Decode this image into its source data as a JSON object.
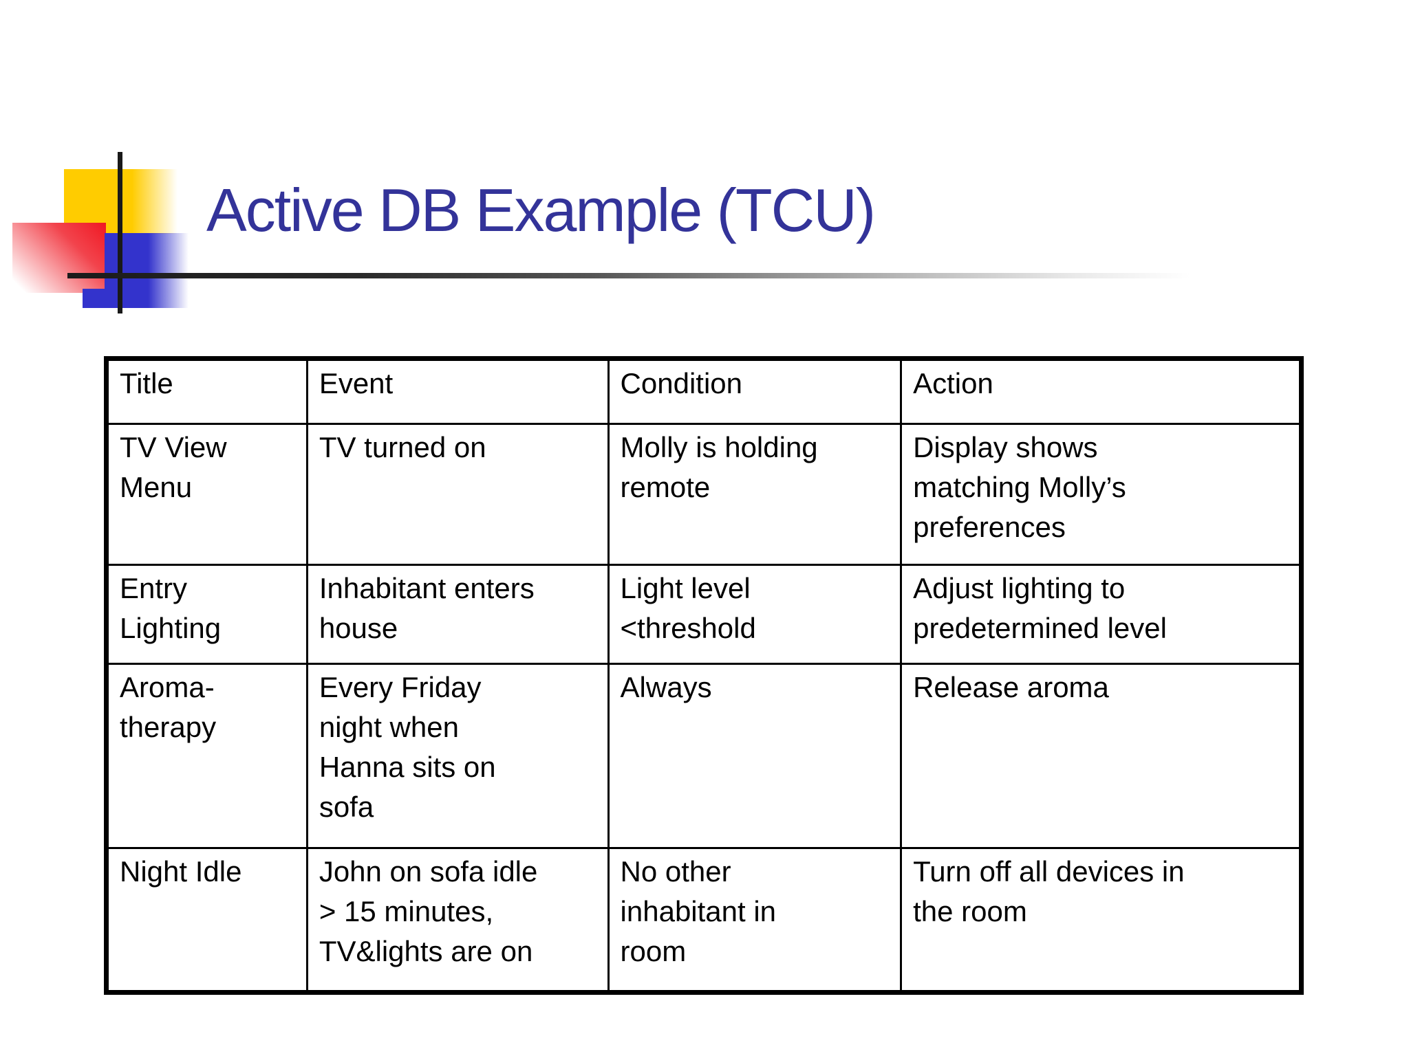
{
  "slide": {
    "title": "Active DB Example (TCU)",
    "title_color": "#333399",
    "background_color": "#ffffff"
  },
  "decoration": {
    "yellow_square_color": "#FFCC00",
    "red_square_color": "#F01823",
    "blue_square_color": "#3333CC",
    "line_color": "#191919"
  },
  "table": {
    "headers": [
      "Title",
      "Event",
      "Condition",
      "Action"
    ],
    "rows": [
      [
        "TV View\nMenu",
        "TV turned on",
        "Molly is holding\nremote",
        "Display shows\nmatching  Molly’s\npreferences"
      ],
      [
        "Entry\nLighting",
        "Inhabitant enters\nhouse",
        "Light level\n<threshold",
        "Adjust lighting to\npredetermined level"
      ],
      [
        "Aroma-\ntherapy",
        "Every Friday\nnight when\nHanna sits on\nsofa",
        "Always",
        "Release aroma"
      ],
      [
        "Night Idle",
        "John on sofa idle\n> 15 minutes,\nTV&lights are on",
        "No other\ninhabitant in\nroom",
        "Turn off all devices in\nthe room"
      ]
    ]
  }
}
